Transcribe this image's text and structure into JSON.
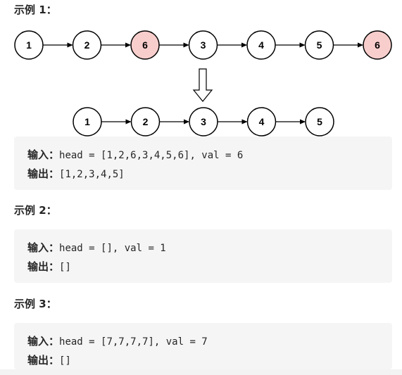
{
  "examples": [
    {
      "title": "示例 1：",
      "input_label": "输入：",
      "input_value": "head = [1,2,6,3,4,5,6], val = 6",
      "output_label": "输出：",
      "output_value": "[1,2,3,4,5]"
    },
    {
      "title": "示例 2：",
      "input_label": "输入：",
      "input_value": "head = [], val = 1",
      "output_label": "输出：",
      "output_value": "[]"
    },
    {
      "title": "示例 3：",
      "input_label": "输入：",
      "input_value": "head = [7,7,7,7], val = 7",
      "output_label": "输出：",
      "output_value": "[]"
    }
  ],
  "diagram": {
    "before_nodes": [
      "1",
      "2",
      "6",
      "3",
      "4",
      "5",
      "6"
    ],
    "removed_value": "6",
    "after_nodes": [
      "1",
      "2",
      "3",
      "4",
      "5"
    ],
    "colors": {
      "normal_fill": "#ffffff",
      "removed_fill": "#f8cecc",
      "stroke": "#000000"
    }
  }
}
